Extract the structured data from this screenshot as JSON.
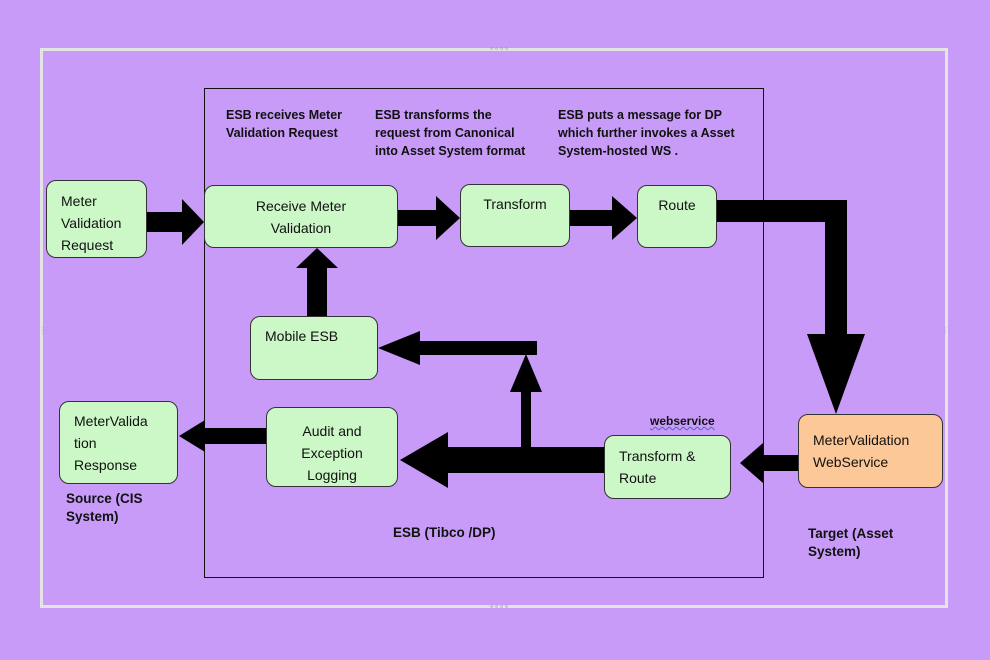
{
  "captions": {
    "receives": "ESB receives Meter\nValidation Request",
    "transforms": "ESB transforms the\nrequest from Canonical\ninto Asset System format",
    "puts_message": "ESB puts a message for DP\nwhich further invokes a Asset\nSystem-hosted WS .",
    "webservice": "webservice",
    "source": "Source (CIS\nSystem)",
    "esb": "ESB (Tibco /DP)",
    "target": "Target (Asset\nSystem)"
  },
  "nodes": {
    "meter_validation_request": "Meter\nValidation\nRequest",
    "receive_meter_validation": "Receive Meter\nValidation",
    "transform": "Transform",
    "route": "Route",
    "mobile_esb": "Mobile ESB",
    "meter_validation_response": "MeterValida\ntion\nResponse",
    "audit_exception_logging": "Audit and\nException\nLogging",
    "transform_route": "Transform &\nRoute",
    "meter_validation_webservice": "MeterValidation\nWebService"
  },
  "colors": {
    "background": "#c89bf9",
    "node_fill": "#ccf7c7",
    "target_fill": "#fdc897",
    "arrow": "#000000"
  }
}
